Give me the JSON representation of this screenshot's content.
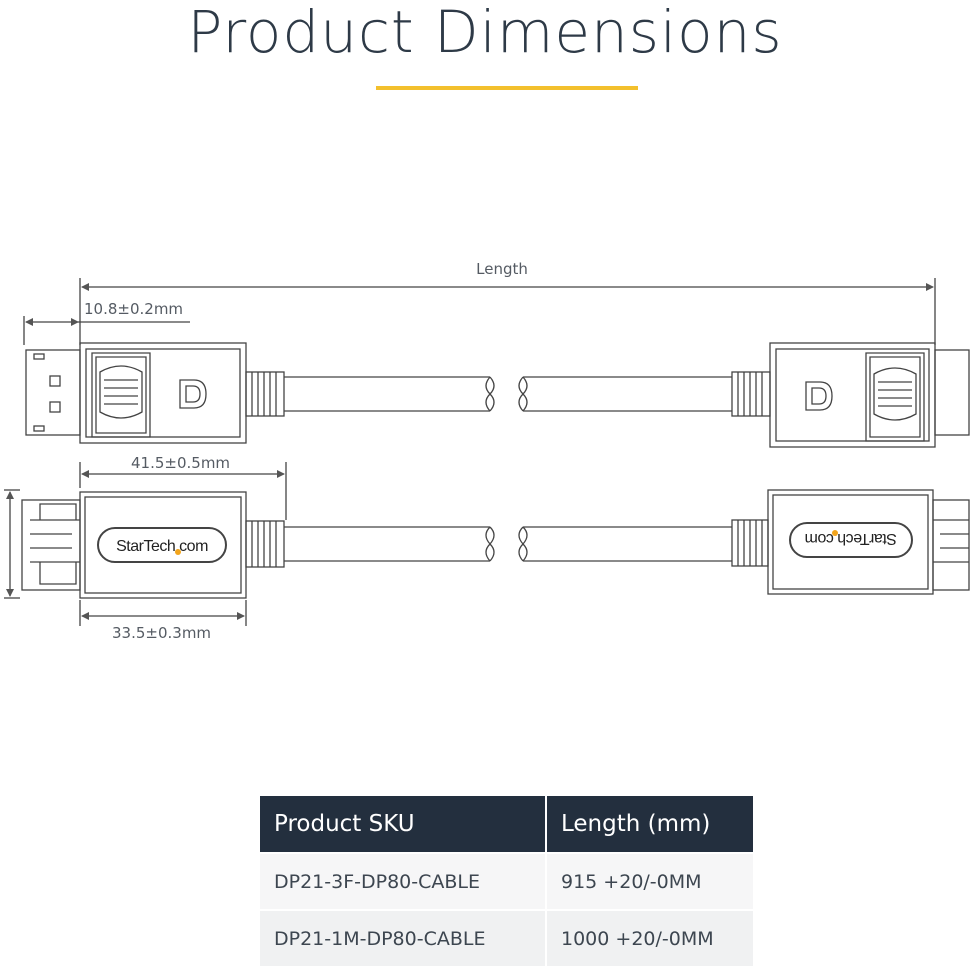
{
  "header": {
    "title": "Product Dimensions",
    "accent_color": "#f3c02d"
  },
  "diagram": {
    "length_label": "Length",
    "dim_plug_width": "10.8±0.2mm",
    "dim_connector_length": "41.5±0.5mm",
    "dim_housing_length": "33.5±0.3mm",
    "brand_left": "StarTech.com",
    "brand_right": "StarTech.com",
    "brand_dot_color": "#f3a51b"
  },
  "table": {
    "header_bg": "#232f3e",
    "columns": [
      "Product SKU",
      "Length (mm)"
    ],
    "rows": [
      [
        "DP21-3F-DP80-CABLE",
        "915 +20/-0MM"
      ],
      [
        "DP21-1M-DP80-CABLE",
        "1000 +20/-0MM"
      ]
    ]
  }
}
